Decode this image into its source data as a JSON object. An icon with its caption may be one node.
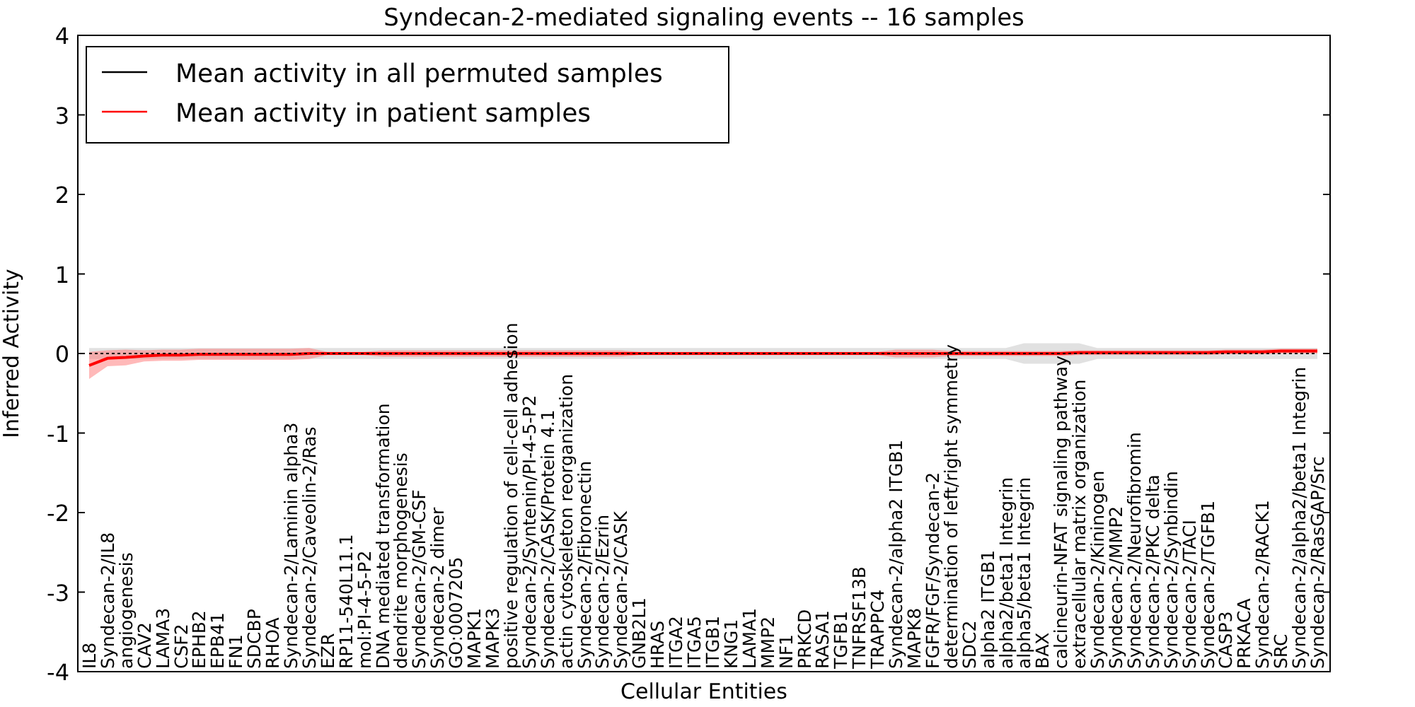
{
  "diagram": {
    "chart_data": {
      "type": "line",
      "title": "Syndecan-2-mediated signaling events -- 16 samples",
      "xlabel": "Cellular Entities",
      "ylabel": "Inferred Activity",
      "categories": [
        "IL8",
        "Syndecan-2/IL8",
        "angiogenesis",
        "CAV2",
        "LAMA3",
        "CSF2",
        "EPHB2",
        "EPB41",
        "FN1",
        "SDCBP",
        "RHOA",
        "Syndecan-2/Laminin alpha3",
        "Syndecan-2/Caveolin-2/Ras",
        "EZR",
        "RP11-540L11.1",
        "mol:PI-4-5-P2",
        "DNA mediated transformation",
        "dendrite morphogenesis",
        "Syndecan-2/GM-CSF",
        "Syndecan-2 dimer",
        "GO:0007205",
        "MAPK1",
        "MAPK3",
        "positive regulation of cell-cell adhesion",
        "Syndecan-2/Syntenin/PI-4-5-P2",
        "Syndecan-2/CASK/Protein 4.1",
        "actin cytoskeleton reorganization",
        "Syndecan-2/Fibronectin",
        "Syndecan-2/Ezrin",
        "Syndecan-2/CASK",
        "GNB2L1",
        "HRAS",
        "ITGA2",
        "ITGA5",
        "ITGB1",
        "KNG1",
        "LAMA1",
        "MMP2",
        "NF1",
        "PRKCD",
        "RASA1",
        "TGFB1",
        "TNFRSF13B",
        "TRAPPC4",
        "Syndecan-2/alpha2 ITGB1",
        "MAPK8",
        "FGFR/FGF/Syndecan-2",
        "determination of left/right symmetry",
        "SDC2",
        "alpha2 ITGB1",
        "alpha2/beta1 Integrin",
        "alpha5/beta1 Integrin",
        "BAX",
        "calcineurin-NFAT signaling pathway",
        "extracellular matrix organization",
        "Syndecan-2/Kininogen",
        "Syndecan-2/MMP2",
        "Syndecan-2/Neurofibromin",
        "Syndecan-2/PKC delta",
        "Syndecan-2/Synbindin",
        "Syndecan-2/TACI",
        "Syndecan-2/TGFB1",
        "CASP3",
        "PRKACA",
        "Syndecan-2/RACK1",
        "SRC",
        "Syndecan-2/alpha2/beta1 Integrin",
        "Syndecan-2/RasGAP/Src"
      ],
      "series": [
        {
          "name": "Mean activity in all permuted samples",
          "color": "#000000",
          "line_style": "dashed",
          "values": [
            0,
            0,
            0,
            0,
            0,
            0,
            0,
            0,
            0,
            0,
            0,
            0,
            0,
            0,
            0,
            0,
            0,
            0,
            0,
            0,
            0,
            0,
            0,
            0,
            0,
            0,
            0,
            0,
            0,
            0,
            0,
            0,
            0,
            0,
            0,
            0,
            0,
            0,
            0,
            0,
            0,
            0,
            0,
            0,
            0,
            0,
            0,
            0,
            0,
            0,
            0,
            0,
            0,
            0,
            0,
            0,
            0,
            0,
            0,
            0,
            0,
            0,
            0,
            0,
            0,
            0,
            0,
            0
          ]
        },
        {
          "name": "Mean activity in patient samples",
          "color": "#ff0000",
          "values": [
            -0.15,
            -0.06,
            -0.05,
            -0.03,
            -0.02,
            -0.02,
            -0.01,
            -0.01,
            -0.01,
            -0.01,
            -0.01,
            -0.01,
            0,
            0,
            0,
            0,
            0,
            0,
            0,
            0,
            0,
            0,
            0,
            0,
            0,
            0,
            0,
            0,
            0,
            0,
            0,
            0,
            0,
            0,
            0,
            0,
            0,
            0,
            0,
            0,
            0,
            0,
            0,
            0,
            0,
            0,
            0,
            0,
            0,
            0,
            0,
            0,
            0,
            0,
            0.01,
            0.01,
            0.01,
            0.01,
            0.01,
            0.01,
            0.01,
            0.01,
            0.02,
            0.02,
            0.02,
            0.03,
            0.03,
            0.03
          ]
        }
      ],
      "legend": "upper left",
      "ylim": [
        -4,
        4
      ],
      "yticks": [
        -4,
        -3,
        -2,
        -1,
        0,
        1,
        2,
        3,
        4
      ]
    }
  }
}
